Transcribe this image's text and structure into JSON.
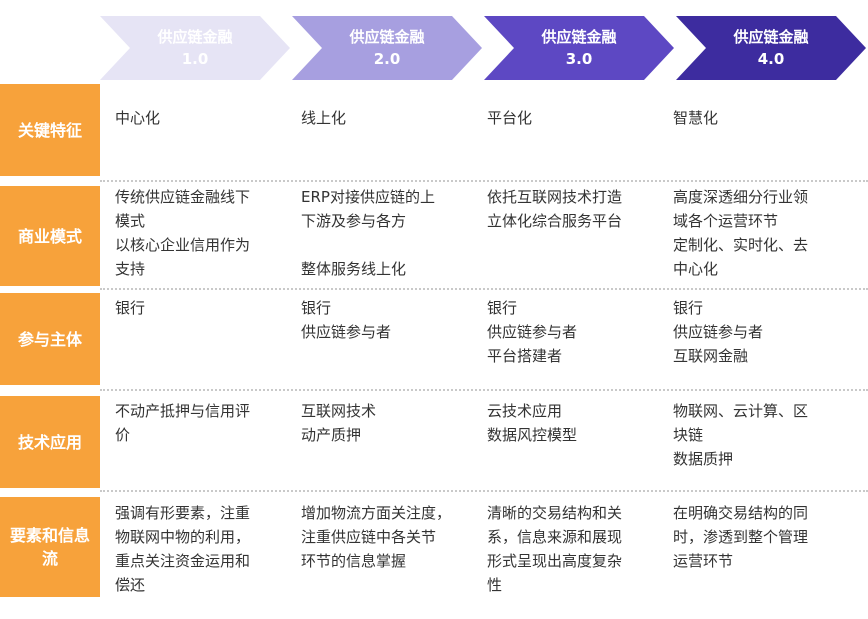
{
  "headers": [
    {
      "title": "供应链金融",
      "version": "1.0",
      "color": "#e6e4f5"
    },
    {
      "title": "供应链金融",
      "version": "2.0",
      "color": "#a79fe0"
    },
    {
      "title": "供应链金融",
      "version": "3.0",
      "color": "#5d48c3"
    },
    {
      "title": "供应链金融",
      "version": "4.0",
      "color": "#3d2c9f"
    }
  ],
  "rows": [
    {
      "label": "关键特征",
      "cells": [
        "中心化",
        "线上化",
        "平台化",
        "智慧化"
      ]
    },
    {
      "label": "商业模式",
      "cells": [
        "传统供应链金融线下\n模式\n以核心企业信用作为\n支持",
        "ERP对接供应链的上\n下游及参与各方\n\n整体服务线上化",
        "依托互联网技术打造\n立体化综合服务平台",
        "高度深透细分行业领\n域各个运营环节\n定制化、实时化、去\n中心化"
      ]
    },
    {
      "label": "参与主体",
      "cells": [
        "银行",
        "银行\n供应链参与者",
        "银行\n供应链参与者\n平台搭建者",
        "银行\n供应链参与者\n互联网金融"
      ]
    },
    {
      "label": "技术应用",
      "cells": [
        "不动产抵押与信用评\n价",
        "互联网技术\n动产质押",
        "云技术应用\n数据风控模型",
        "物联网、云计算、区\n块链\n数据质押"
      ]
    },
    {
      "label": "要素和信息流",
      "cells": [
        "强调有形要素，注重\n物联网中物的利用，\n重点关注资金运用和\n偿还",
        "增加物流方面关注度，\n注重供应链中各关节\n环节的信息掌握",
        "清晰的交易结构和关\n系，信息来源和展现\n形式呈现出高度复杂\n性",
        "在明确交易结构的同\n时，渗透到整个管理\n运营环节"
      ]
    }
  ]
}
